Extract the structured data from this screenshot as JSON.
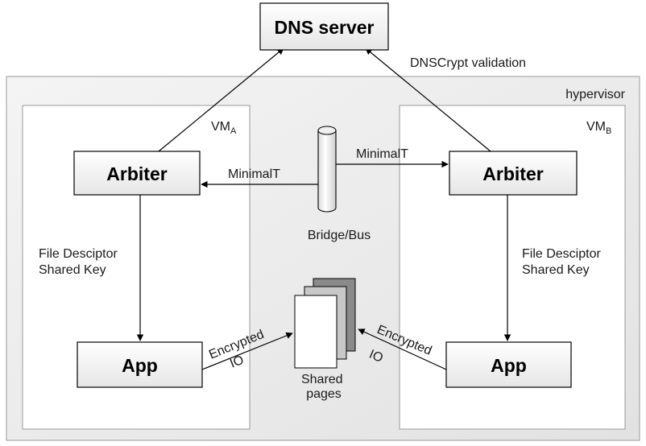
{
  "nodes": {
    "dns_server": "DNS server",
    "hypervisor": "hypervisor",
    "vm_a": {
      "name": "VM",
      "subscript": "A"
    },
    "vm_b": {
      "name": "VM",
      "subscript": "B"
    },
    "arbiter_a": "Arbiter",
    "arbiter_b": "Arbiter",
    "app_a": "App",
    "app_b": "App",
    "bridge": "Bridge/Bus",
    "shared_pages": [
      "Shared",
      "pages"
    ]
  },
  "edges": {
    "dnscrypt": "DNSCrypt validation",
    "minimalt_a": "MinimalT",
    "minimalt_b": "MinimalT",
    "fd_key_a": [
      "File Desciptor",
      "Shared Key"
    ],
    "fd_key_b": [
      "File Desciptor",
      "Shared Key"
    ],
    "enc_io_a": [
      "Encrypted",
      "IO"
    ],
    "enc_io_b": [
      "Encrypted",
      "IO"
    ]
  }
}
